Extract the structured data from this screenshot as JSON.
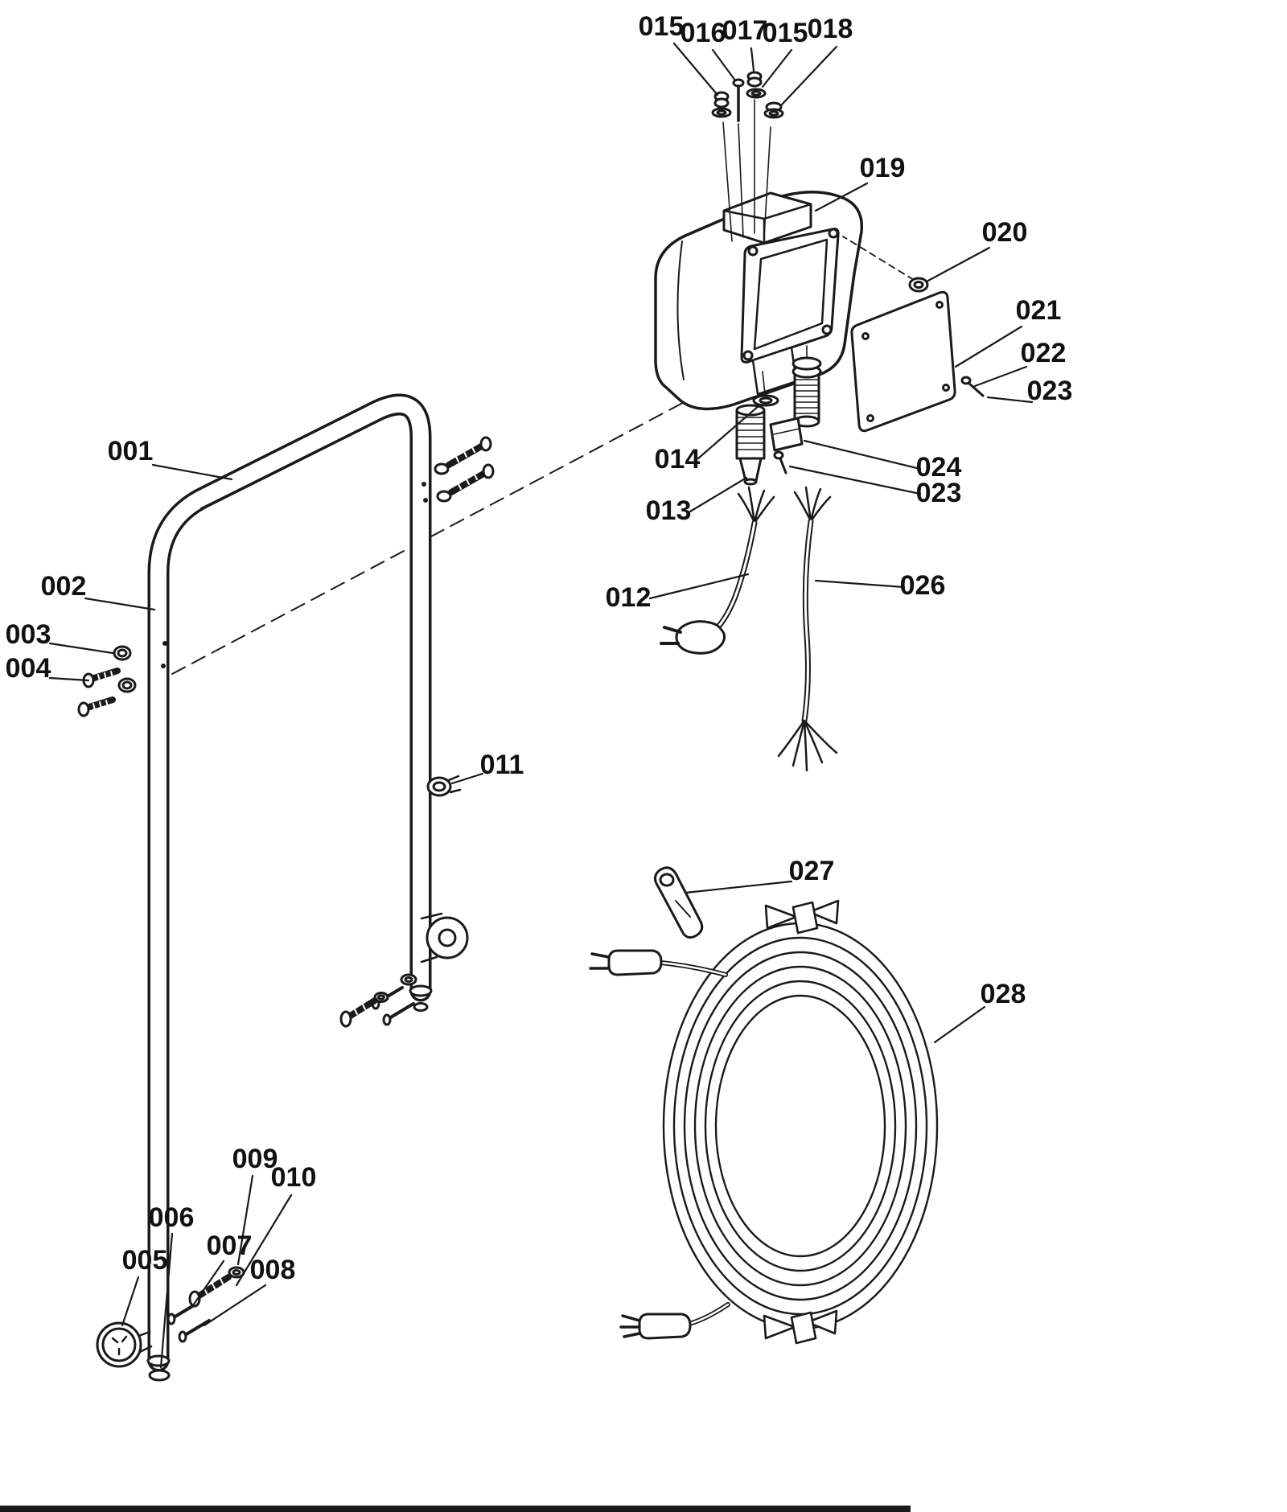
{
  "page": {
    "background": "#ffffff",
    "line_color": "#1a1a1a"
  },
  "callouts": {
    "c015a": "015",
    "c016": "016",
    "c017": "017",
    "c015b": "015",
    "c018": "018",
    "c019": "019",
    "c020": "020",
    "c021": "021",
    "c022": "022",
    "c023a": "023",
    "c014": "014",
    "c024": "024",
    "c023b": "023",
    "c013": "013",
    "c012": "012",
    "c026": "026",
    "c001": "001",
    "c002": "002",
    "c003": "003",
    "c004": "004",
    "c011": "011",
    "c027": "027",
    "c028": "028",
    "c009": "009",
    "c010": "010",
    "c006": "006",
    "c005": "005",
    "c007": "007",
    "c008": "008"
  }
}
